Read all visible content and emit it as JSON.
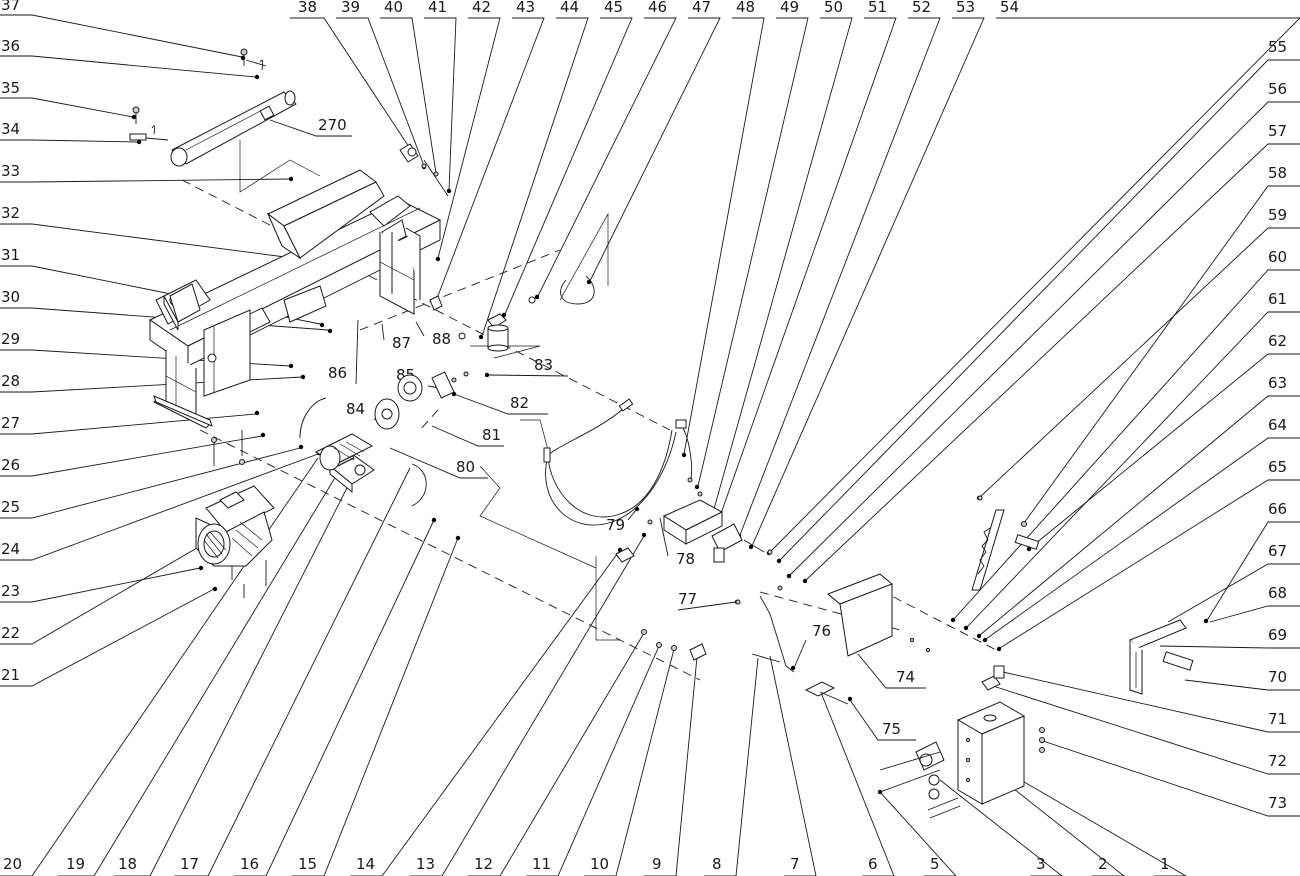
{
  "callouts": {
    "37": "37",
    "36": "36",
    "35": "35",
    "34": "34",
    "33": "33",
    "32": "32",
    "31": "31",
    "30": "30",
    "29": "29",
    "28": "28",
    "27": "27",
    "26": "26",
    "25": "25",
    "24": "24",
    "23": "23",
    "22": "22",
    "21": "21",
    "38": "38",
    "39": "39",
    "40": "40",
    "41": "41",
    "42": "42",
    "43": "43",
    "44": "44",
    "45": "45",
    "46": "46",
    "47": "47",
    "48": "48",
    "49": "49",
    "50": "50",
    "51": "51",
    "52": "52",
    "53": "53",
    "54": "54",
    "55": "55",
    "56": "56",
    "57": "57",
    "58": "58",
    "59": "59",
    "60": "60",
    "61": "61",
    "62": "62",
    "63": "63",
    "64": "64",
    "65": "65",
    "66": "66",
    "67": "67",
    "68": "68",
    "69": "69",
    "70": "70",
    "71": "71",
    "72": "72",
    "73": "73",
    "20": "20",
    "19": "19",
    "18": "18",
    "17": "17",
    "16": "16",
    "15": "15",
    "14": "14",
    "13": "13",
    "12": "12",
    "11": "11",
    "10": "10",
    "9": "9",
    "8": "8",
    "7": "7",
    "6": "6",
    "5": "5",
    "3": "3",
    "2": "2",
    "1": "1",
    "270": "270",
    "88": "88",
    "87": "87",
    "86": "86",
    "85": "85",
    "84": "84",
    "83": "83",
    "82": "82",
    "81": "81",
    "80": "80",
    "79": "79",
    "78": "78",
    "77": "77",
    "76": "76",
    "75": "75",
    "74": "74"
  },
  "colors": {
    "ink": "#1a1a1a",
    "background": "#ffffff"
  },
  "icons": [
    "motor-icon",
    "pump-icon",
    "filter-icon",
    "tank-icon",
    "hydraulic-cylinder-icon",
    "hose-icon",
    "control-valve-icon",
    "log-splitter-frame-icon"
  ]
}
